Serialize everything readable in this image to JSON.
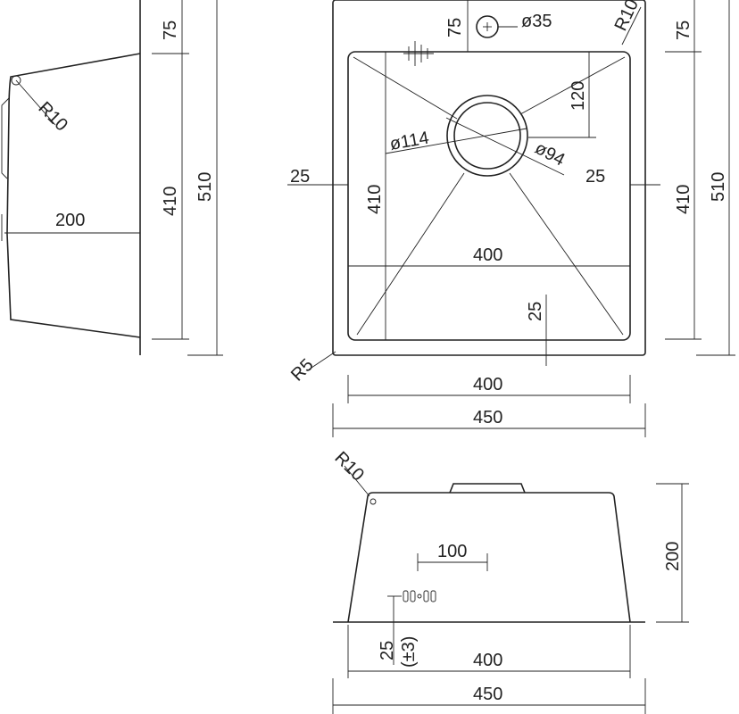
{
  "side_view": {
    "radius": "R10",
    "depth": "200",
    "front_offset": "75",
    "inner_length": "410",
    "total_length": "510"
  },
  "top_view": {
    "faucet_hole": "ø35",
    "corner_radius_top": "R10",
    "corner_radius_bottom": "R5",
    "top_margin": "75",
    "drain_offset": "120",
    "drain_outer": "ø114",
    "drain_inner": "ø94",
    "left_margin": "25",
    "right_margin": "25",
    "bowl_length": "410",
    "bowl_width": "400",
    "bottom_margin": "25",
    "inner_width": "400",
    "outer_width": "450",
    "right_top_margin": "75",
    "right_bowl_length": "410",
    "right_total_length": "510"
  },
  "front_view": {
    "radius": "R10",
    "offset": "100",
    "bottom_offset": "25",
    "tolerance": "(±3)",
    "height": "200",
    "bottom_width": "400",
    "top_width": "450"
  }
}
